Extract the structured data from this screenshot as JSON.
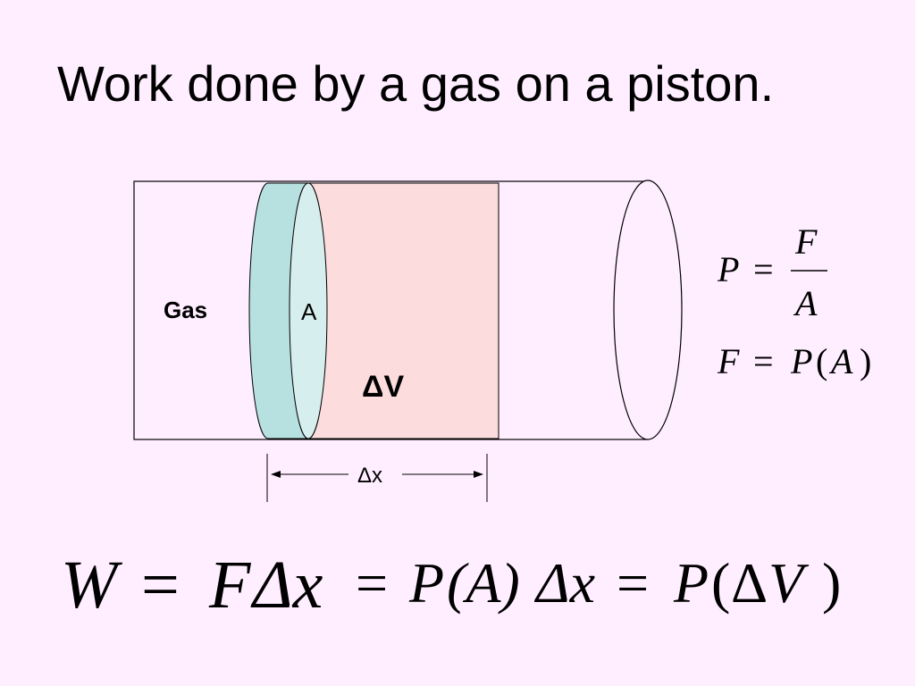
{
  "slide": {
    "title": "Work done by a gas on a piston."
  },
  "diagram": {
    "gas_label": "Gas",
    "area_label": "A",
    "volume_change_label": "ΔV",
    "displacement_label": "Δx",
    "colors": {
      "background": "#ffeeff",
      "piston": "#b7e0e0",
      "piston_face": "#d6eeee",
      "swept_volume": "#fcdcdc",
      "outline": "#000000"
    }
  },
  "equations": {
    "pressure_definition": {
      "lhs": "P",
      "eq": "=",
      "numerator": "F",
      "denominator": "A"
    },
    "force": {
      "lhs": "F",
      "eq": "=",
      "rhs_symbol": "P",
      "rhs_open": "(",
      "rhs_arg": "A",
      "rhs_close": ")"
    },
    "work": {
      "w": "W",
      "eq1": "=",
      "f": "F",
      "dx1": "Δx",
      "eq2": "=",
      "p1": "P",
      "area_term": "(A)",
      "dx2": "Δx",
      "eq3": "=",
      "p2": "P",
      "open2": "(",
      "delta": "Δ",
      "v": "V",
      "close2": ")"
    }
  }
}
